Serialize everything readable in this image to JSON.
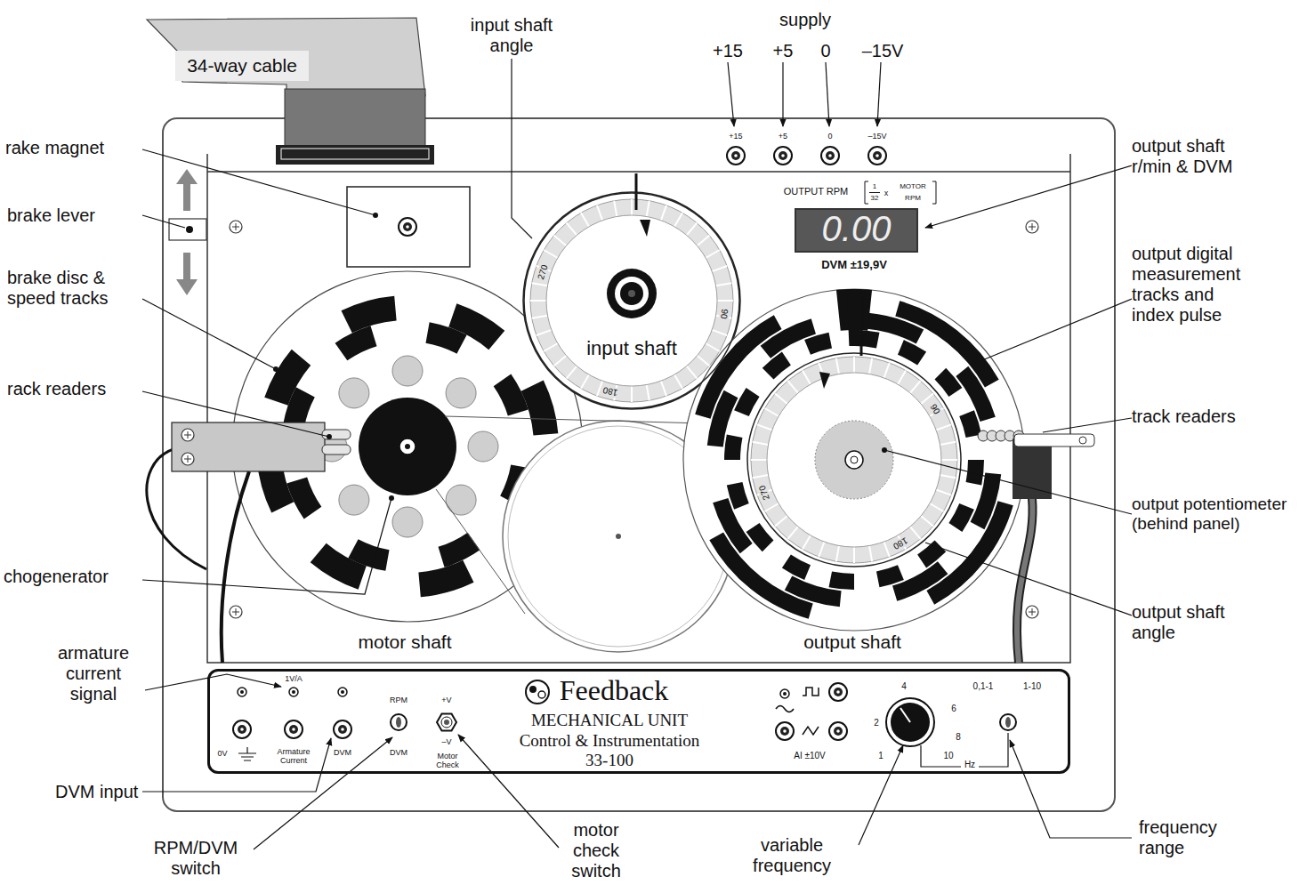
{
  "diagram": {
    "nodes": [
      {
        "text": [
          "34-way cable"
        ]
      },
      {
        "text": [
          "input shaft"
        ]
      },
      {
        "text": [
          "0.00"
        ]
      },
      {
        "text": [
          "Feedback",
          "MECHANICAL UNIT",
          "Control & Instrumentation",
          "33-100"
        ]
      }
    ],
    "labels": [
      "input shaft angle",
      "supply",
      "+15",
      "+5",
      "0",
      "–15V",
      "+15",
      "+5",
      "0",
      "–15V",
      "rake magnet",
      "output shaft r/min & DVM",
      "OUTPUT RPM",
      "1",
      "32",
      "x",
      "MOTOR",
      "RPM",
      "brake lever",
      "DVM ±19,9V",
      "brake disc & speed tracks",
      "output digital measurement tracks and index pulse",
      "270",
      "90",
      "180",
      "rack readers",
      "90",
      "track readers",
      "270",
      "180",
      "output potentiometer (behind panel)",
      "chogenerator",
      "output shaft angle",
      "motor shaft",
      "output shaft",
      "armature current signal",
      "1V/A",
      "RPM",
      "+V",
      "0V",
      "Armature Current",
      "DVM",
      "DVM",
      "–V",
      "Motor Check",
      "4",
      "0,1-1",
      "1-10",
      "6",
      "2",
      "8",
      "AI ±10V",
      "1",
      "10",
      "Hz",
      "DVM input",
      "frequency range",
      "RPM/DVM switch",
      "motor check switch",
      "variable frequency"
    ]
  }
}
